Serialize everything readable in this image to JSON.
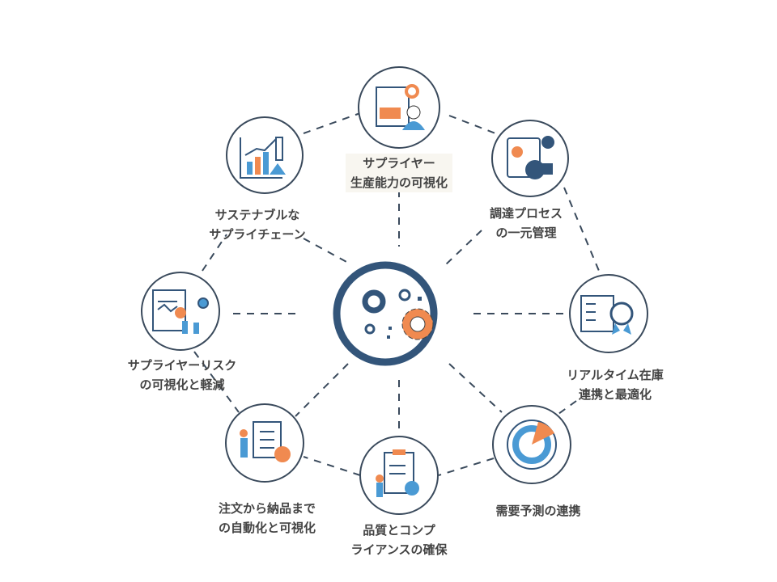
{
  "colors": {
    "navy": "#33557a",
    "orange": "#f08a50",
    "blue": "#4a9ad4",
    "line": "#3a4a5c"
  },
  "center": {
    "icon": "gears-icon"
  },
  "nodes": [
    {
      "id": "supplier-capacity",
      "line1": "サプライヤー",
      "line2": "生産能力の可視化",
      "icon": "capacity-report-icon"
    },
    {
      "id": "procurement",
      "line1": "調達プロセス",
      "line2": "の一元管理",
      "icon": "procurement-laptop-icon"
    },
    {
      "id": "inventory",
      "line1": "リアルタイム在庫",
      "line2": "連携と最適化",
      "icon": "checklist-badge-icon"
    },
    {
      "id": "forecast",
      "line1": "需要予測の連携",
      "line2": "",
      "icon": "radar-chart-icon"
    },
    {
      "id": "quality",
      "line1": "品質とコンプ",
      "line2": "ライアンスの確保",
      "icon": "clipboard-check-icon"
    },
    {
      "id": "order-delivery",
      "line1": "注文から納品まで",
      "line2": "の自動化と可視化",
      "icon": "presenter-award-icon"
    },
    {
      "id": "supplier-risk",
      "line1": "サプライヤーリスク",
      "line2": "の可視化と軽減",
      "icon": "risk-dashboard-icon"
    },
    {
      "id": "sustainable",
      "line1": "サステナブルな",
      "line2": "サプライチェーン",
      "icon": "growth-chart-icon"
    }
  ]
}
